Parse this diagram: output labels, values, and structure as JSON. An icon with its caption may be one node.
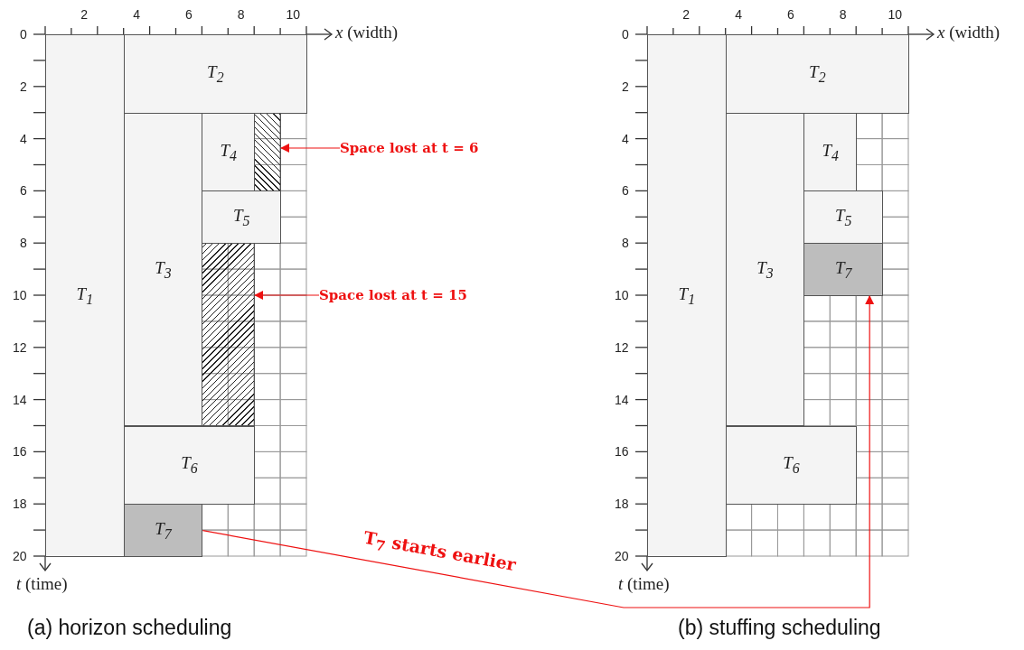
{
  "diagram": {
    "nodes": [
      {
        "text": [
          "T$_{1}$"
        ]
      },
      {
        "text": [
          "T$_{2}$"
        ]
      },
      {
        "text": [
          "T$_{3}$"
        ]
      },
      {
        "text": [
          "T$_{4}$"
        ]
      },
      {
        "text": [],
        "shape": "box"
      },
      {
        "text": [
          "T$_{5}$"
        ]
      },
      {
        "text": [],
        "shape": "box"
      },
      {
        "text": [
          "T$_{6}$"
        ]
      },
      {
        "text": [
          "T$_{7}$"
        ]
      },
      {
        "text": [
          "Space lost at t = 6"
        ]
      },
      {
        "text": [
          "Space lost at t = 15"
        ]
      },
      {
        "text": [
          "T$_{1}$"
        ]
      },
      {
        "text": [
          "T$_{2}$"
        ]
      },
      {
        "text": [
          "T$_{3}$"
        ]
      },
      {
        "text": [
          "T$_{4}$"
        ]
      },
      {
        "text": [
          "T$_{5}$"
        ]
      },
      {
        "text": [
          "T$_{7}$"
        ]
      },
      {
        "text": [
          "T$_{6}$"
        ]
      }
    ],
    "edges": [
      {
        "from": 9,
        "to": 4,
        "arrow": "to"
      },
      {
        "from": 10,
        "to": 6,
        "arrow": "to"
      },
      {
        "from": 8,
        "to": 16,
        "arrow": "to",
        "label": "T$_{7}$ starts earlier"
      }
    ],
    "labels": [
      "2",
      "4",
      "6",
      "8",
      "10",
      "*x* (width)",
      "0",
      "2",
      "4",
      "6",
      "8",
      "10",
      "12",
      "14",
      "16",
      "18",
      "20",
      "*t* (time)",
      "2",
      "4",
      "6",
      "8",
      "10",
      "*x* (width)",
      "0",
      "2",
      "4",
      "6",
      "8",
      "10",
      "12",
      "14",
      "16",
      "18",
      "20",
      "*t* (time)",
      "(a)   horizon scheduling",
      "(b)  stuffing scheduling"
    ]
  }
}
